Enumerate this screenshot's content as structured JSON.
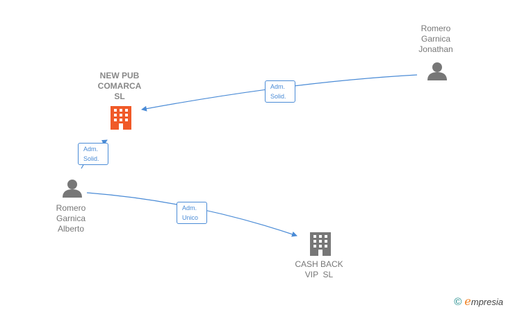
{
  "nodes": {
    "new_pub": {
      "label": [
        "NEW PUB",
        "COMARCA",
        "SL"
      ],
      "type": "company",
      "color": "#f05a28"
    },
    "cash_back": {
      "label": [
        "CASH BACK",
        "VIP  SL"
      ],
      "type": "company",
      "color": "#777777"
    },
    "jonathan": {
      "label": [
        "Romero",
        "Garnica",
        "Jonathan"
      ],
      "type": "person",
      "color": "#777777"
    },
    "alberto": {
      "label": [
        "Romero",
        "Garnica",
        "Alberto"
      ],
      "type": "person",
      "color": "#777777"
    }
  },
  "edges": [
    {
      "from": "jonathan",
      "to": "new_pub",
      "label": [
        "Adm.",
        "Solid."
      ]
    },
    {
      "from": "alberto",
      "to": "new_pub",
      "label": [
        "Adm.",
        "Solid."
      ]
    },
    {
      "from": "alberto",
      "to": "cash_back",
      "label": [
        "Adm.",
        "Unico"
      ]
    }
  ],
  "colors": {
    "edge": "#4a8bd6"
  },
  "branding": {
    "copyright": "©",
    "e": "e",
    "name": "mpresia"
  }
}
